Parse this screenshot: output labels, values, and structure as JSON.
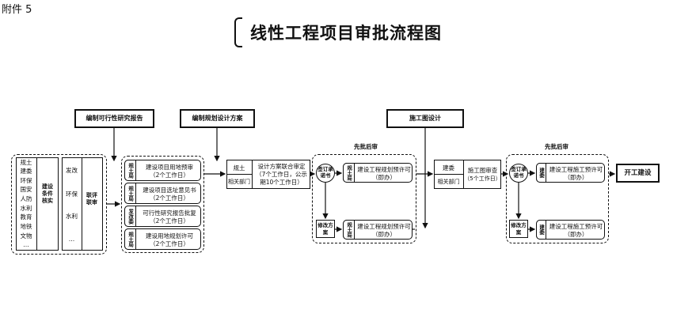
{
  "annex": "附件 5",
  "title": "线性工程项目审批流程图",
  "top_labels": {
    "feasibility": "编制可行性研究报告",
    "planning": "编制规划设计方案",
    "construction_drawing": "施工图设计"
  },
  "xianpi_houshen": "先批后审",
  "stage1": {
    "departments": [
      "规土",
      "建委",
      "环保",
      "国安",
      "人防",
      "水利",
      "教育",
      "地铁",
      "文物",
      "…"
    ],
    "verify_label": "建设条件核实",
    "col2": [
      "发改",
      "环保",
      "水利",
      "…"
    ],
    "joint_label": "联评联审"
  },
  "stage2": {
    "rows": [
      {
        "dept": "规土局",
        "text1": "建设项目用地预审",
        "text2": "（2个工作日）"
      },
      {
        "dept": "规土局",
        "text1": "建设项目选址意见书",
        "text2": "（2个工作日）"
      },
      {
        "dept": "发改委",
        "text1": "可行性研究报告批复",
        "text2": "（2个工作日）"
      },
      {
        "dept": "规土局",
        "text1": "建设用地规划许可",
        "text2": "（2个工作日）"
      }
    ]
  },
  "stage3": {
    "dept1": "规土",
    "dept2": "相关部门",
    "text": [
      "设计方案联合审定",
      "（7个工作日，公示",
      "期10个工作日）"
    ]
  },
  "stage4": {
    "commit": "签订承诺书",
    "modify": "修改方案",
    "dept": "规土局",
    "permit_top": [
      "建设工程规划预许可",
      "（即办）"
    ],
    "permit_bottom": [
      "建设工程规划预许可",
      "（即办）"
    ]
  },
  "stage5": {
    "dept1": "建委",
    "dept2": "相关部门",
    "text": [
      "施工图审查",
      "（5个工作日）"
    ]
  },
  "stage6": {
    "commit": "签订承诺书",
    "modify": "修改方案",
    "dept": "建委",
    "permit_top": [
      "建设工程施工预许可",
      "（即办）"
    ],
    "permit_bottom": [
      "建设工程施工预许可",
      "（即办）"
    ]
  },
  "start": "开工建设"
}
